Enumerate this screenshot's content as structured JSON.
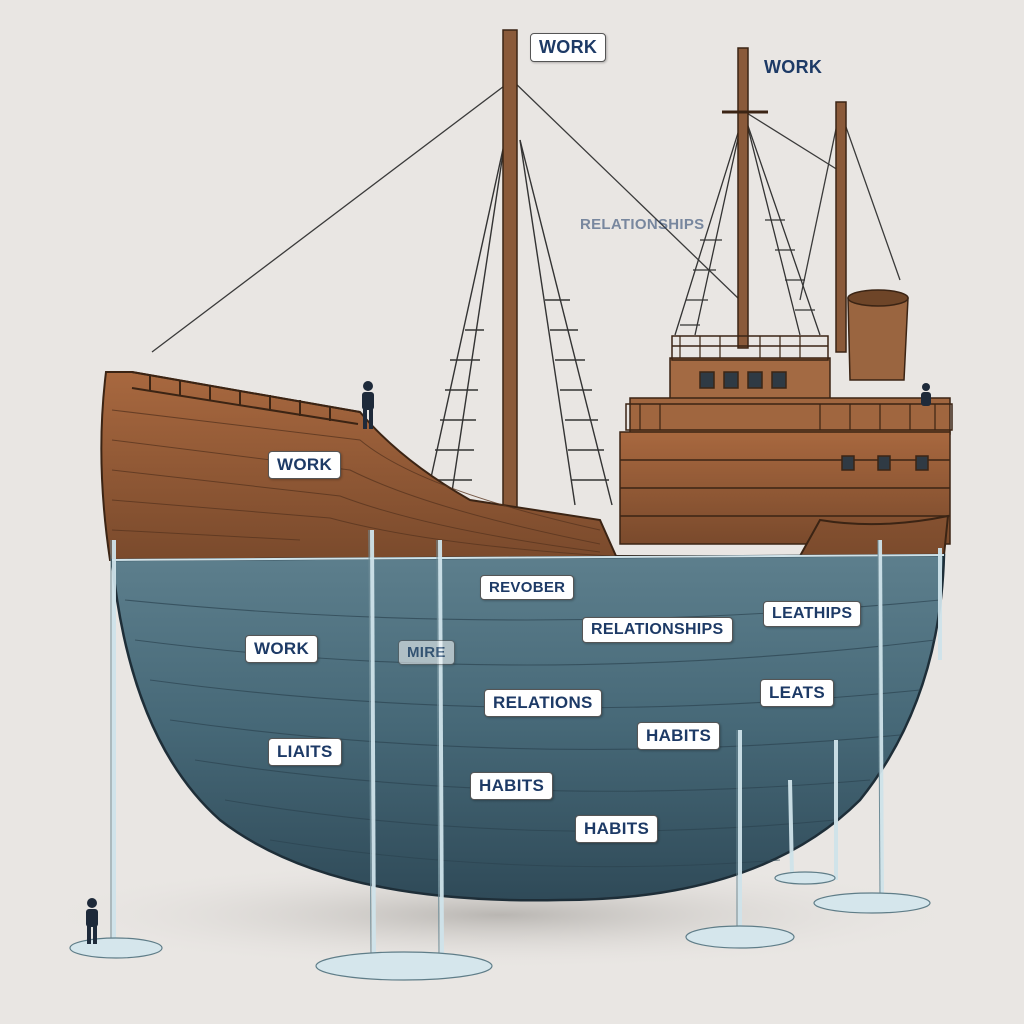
{
  "labels": {
    "mast_top_left": "WORK",
    "mast_top_right": "WORK",
    "rigging": "RELATIONSHIPS",
    "hull_work": "WORK",
    "underwater_1": "REVOBER",
    "underwater_2": "RELATIONSHIPS",
    "underwater_3": "LEATHIPS",
    "underwater_4": "WORK",
    "underwater_5": "MIRE",
    "underwater_6": "RELATIONS",
    "underwater_7": "LEATS",
    "underwater_8": "HABITS",
    "underwater_9": "LIAITS",
    "underwater_10": "HABITS",
    "underwater_11": "HABITS"
  },
  "colors": {
    "background": "#e9e6e3",
    "wood": "#9a5f3a",
    "hull_underwater": "#4a6b7a",
    "label_text": "#1d3a66",
    "water": "#cfe3ea"
  }
}
